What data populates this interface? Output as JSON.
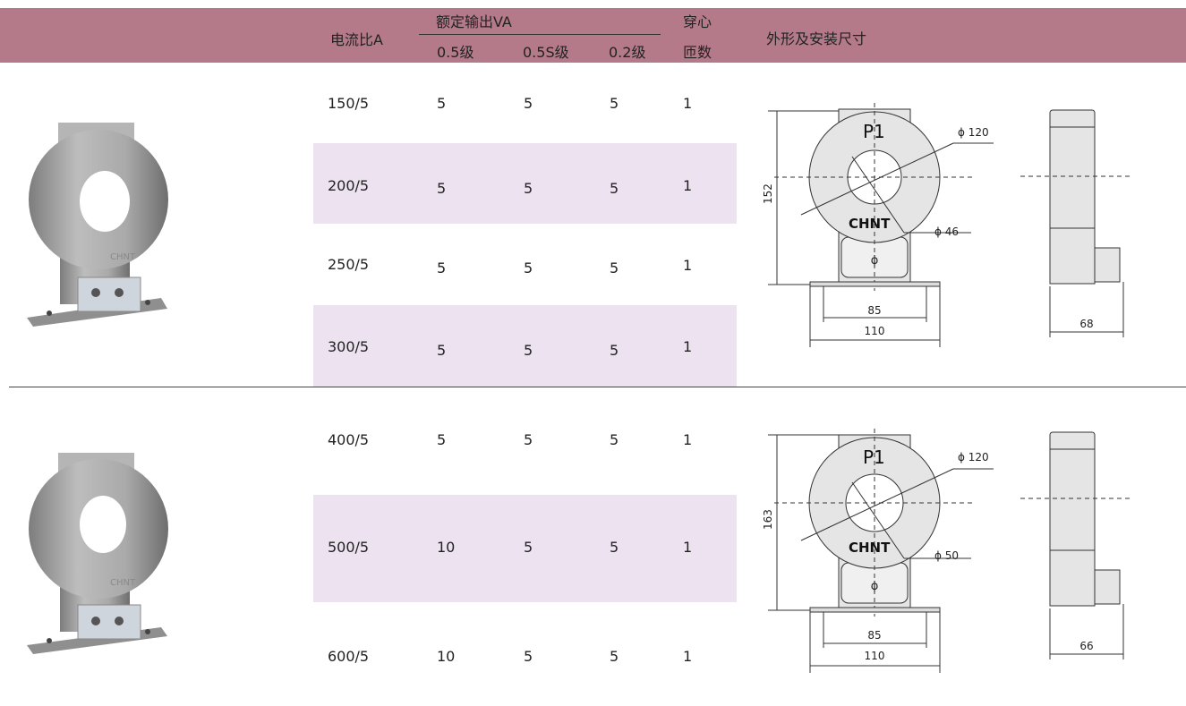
{
  "header": {
    "current_ratio": "电流比A",
    "rated_output": "额定输出VA",
    "class_05": "0.5级",
    "class_05s": "0.5S级",
    "class_02": "0.2级",
    "turns_1": "穿心",
    "turns_2": "匝数",
    "dimensions": "外形及安装尺寸"
  },
  "group1": {
    "rows": [
      {
        "ratio": "150/5",
        "c05": "5",
        "c05s": "5",
        "c02": "5",
        "turns": "1"
      },
      {
        "ratio": "200/5",
        "c05": "5",
        "c05s": "5",
        "c02": "5",
        "turns": "1"
      },
      {
        "ratio": "250/5",
        "c05": "5",
        "c05s": "5",
        "c02": "5",
        "turns": "1"
      },
      {
        "ratio": "300/5",
        "c05": "5",
        "c05s": "5",
        "c02": "5",
        "turns": "1"
      }
    ],
    "drawing": {
      "height": "152",
      "outer_dia": "ϕ 120",
      "inner_dia": "ϕ 46",
      "base_inner": "85",
      "base_outer": "110",
      "depth": "68",
      "mark": "P1",
      "logo": "CHNT",
      "terminal": "ϕ"
    }
  },
  "group2": {
    "rows": [
      {
        "ratio": "400/5",
        "c05": "5",
        "c05s": "5",
        "c02": "5",
        "turns": "1"
      },
      {
        "ratio": "500/5",
        "c05": "10",
        "c05s": "5",
        "c02": "5",
        "turns": "1"
      },
      {
        "ratio": "600/5",
        "c05": "10",
        "c05s": "5",
        "c02": "5",
        "turns": "1"
      }
    ],
    "drawing": {
      "height": "163",
      "outer_dia": "ϕ 120",
      "inner_dia": "ϕ 50",
      "base_inner": "85",
      "base_outer": "110",
      "depth": "66",
      "mark": "P1",
      "logo": "CHNT",
      "terminal": "ϕ"
    }
  }
}
